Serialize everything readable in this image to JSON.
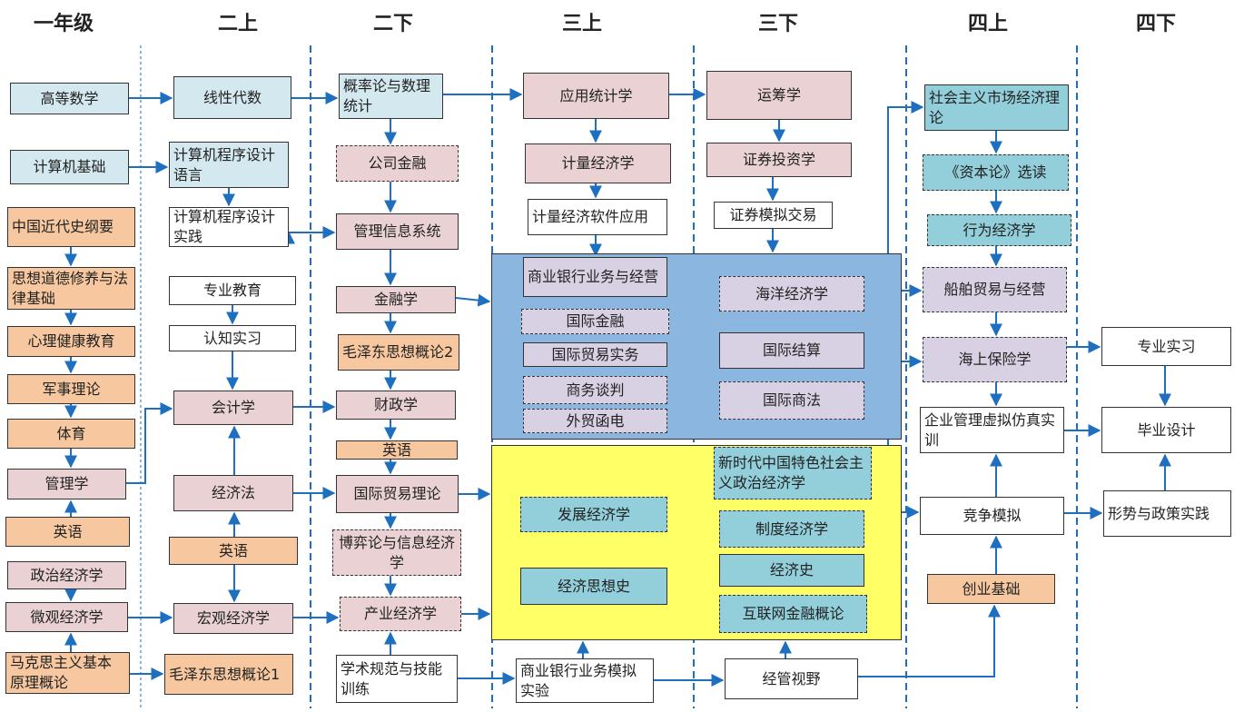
{
  "colors": {
    "arrow": "#1e6fbf",
    "separator": "#1e6fbf",
    "blue_box": "#d3e8ef",
    "pink_box": "#ead2d4",
    "orange_box": "#f7c8a0",
    "lavender_box": "#d8d0e3",
    "teal_box": "#92cfdb",
    "blue_region": "#8ab6e0",
    "yellow_region": "#ffff66"
  },
  "headers": [
    "一年级",
    "二上",
    "二下",
    "三上",
    "三下",
    "四上",
    "四下"
  ],
  "courses": {
    "gaodeng": "高等数学",
    "jsjjc": "计算机基础",
    "zgjds": "中国近代史纲要",
    "sxdd": "思想道德修养与法律基础",
    "xljk": "心理健康教育",
    "jsll": "军事理论",
    "tiyu": "体育",
    "glx": "管理学",
    "yy1": "英语",
    "zzjjx1": "政治经济学",
    "wgjjx": "微观经济学",
    "mks": "马克思主义基本原理概论",
    "xxds": "线性代数",
    "jsjcx": "计算机程序设计语言",
    "jsjsj": "计算机程序设计实践",
    "zyjy": "专业教育",
    "rzsx": "认知实习",
    "kjx": "会计学",
    "jjf": "经济法",
    "yy2": "英语",
    "hgjjx": "宏观经济学",
    "mzd1": "毛泽东思想概论1",
    "gll": "概率论与数理统计",
    "gsjr": "公司金融",
    "glxx": "管理信息系统",
    "jrx": "金融学",
    "mzd2": "毛泽东思想概论2",
    "czx": "财政学",
    "yy3": "英语",
    "gjmyll": "国际贸易理论",
    "byl": "博弈论与信息经济学",
    "cyjjx": "产业经济学",
    "xsgf": "学术规范与技能训练",
    "yytjx": "应用统计学",
    "jljjx": "计量经济学",
    "jlrj": "计量经济软件应用",
    "syyh": "商业银行业务与经营",
    "gjjr": "国际金融",
    "gjmysw": "国际贸易实务",
    "swtp": "商务谈判",
    "wmhd": "外贸函电",
    "fzjjx": "发展经济学",
    "jjsxs": "经济思想史",
    "syyhmn": "商业银行业务模拟实验",
    "ycx": "运筹学",
    "zqtz": "证券投资学",
    "zqmn": "证券模拟交易",
    "hyjjx": "海洋经济学",
    "gjjs": "国际结算",
    "gjsf": "国际商法",
    "xsd": "新时代中国特色社会主义政治经济学",
    "zdjjx": "制度经济学",
    "jjs": "经济史",
    "hlw": "互联网金融概论",
    "jgsy": "经管视野",
    "shzy": "社会主义市场经济理论",
    "zbl": "《资本论》选读",
    "xwjjx": "行为经济学",
    "cbmy": "船舶贸易与经营",
    "hsbx": "海上保险学",
    "qygl": "企业管理虚拟仿真实训",
    "jzmn": "竞争模拟",
    "cyjc": "创业基础",
    "zysx": "专业实习",
    "bysj": "毕业设计",
    "xszc": "形势与政策实践"
  }
}
